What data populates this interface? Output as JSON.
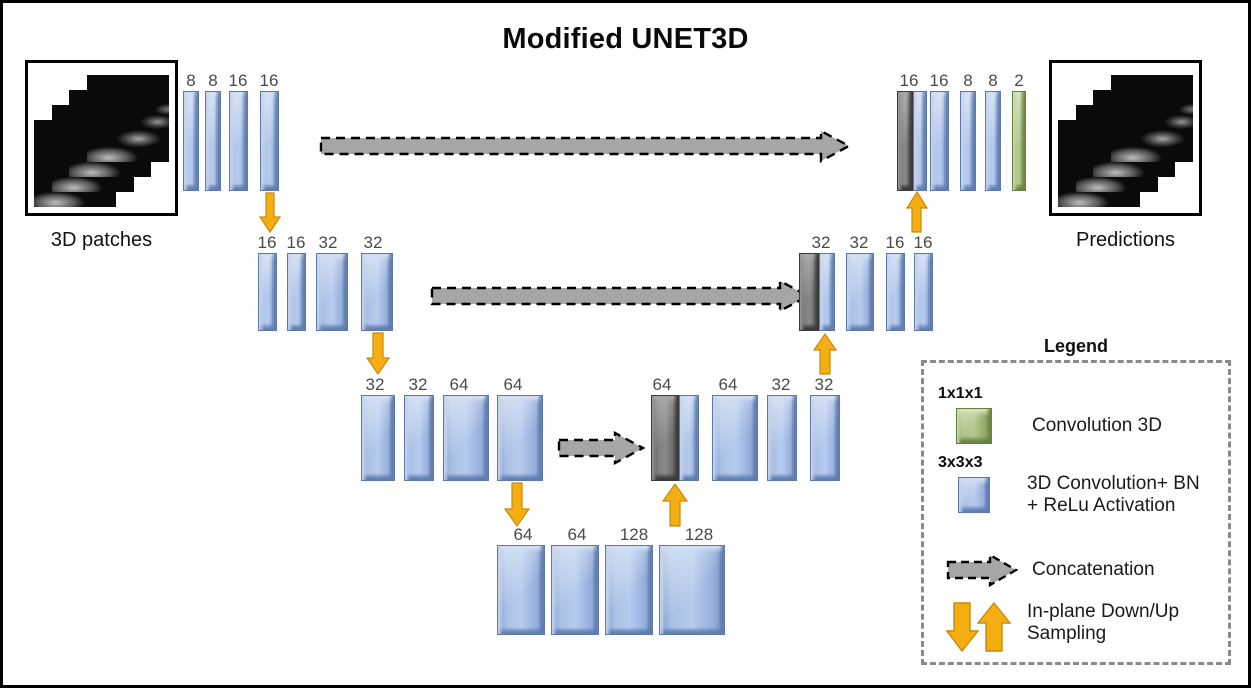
{
  "title": "Modified UNET3D",
  "input_panel": {
    "caption": "3D patches",
    "image": "mri-brain-slice-stack"
  },
  "output_panel": {
    "caption": "Predictions",
    "image": "mri-brain-prediction-stack"
  },
  "encoder_levels": [
    {
      "name": "level-1-encoder",
      "blocks": [
        {
          "label": "8",
          "type": "conv3d-bn-relu"
        },
        {
          "label": "8",
          "type": "conv3d-bn-relu"
        },
        {
          "label": "16",
          "type": "conv3d-bn-relu"
        },
        {
          "label": "16",
          "type": "conv3d-bn-relu"
        }
      ]
    },
    {
      "name": "level-2-encoder",
      "blocks": [
        {
          "label": "16",
          "type": "conv3d-bn-relu"
        },
        {
          "label": "16",
          "type": "conv3d-bn-relu"
        },
        {
          "label": "32",
          "type": "conv3d-bn-relu"
        },
        {
          "label": "32",
          "type": "conv3d-bn-relu"
        }
      ]
    },
    {
      "name": "level-3-encoder",
      "blocks": [
        {
          "label": "32",
          "type": "conv3d-bn-relu"
        },
        {
          "label": "32",
          "type": "conv3d-bn-relu"
        },
        {
          "label": "64",
          "type": "conv3d-bn-relu"
        },
        {
          "label": "64",
          "type": "conv3d-bn-relu"
        }
      ]
    },
    {
      "name": "level-4-bottleneck",
      "blocks": [
        {
          "label": "64",
          "type": "conv3d-bn-relu"
        },
        {
          "label": "64",
          "type": "conv3d-bn-relu"
        },
        {
          "label": "128",
          "type": "conv3d-bn-relu"
        },
        {
          "label": "128",
          "type": "conv3d-bn-relu"
        }
      ]
    }
  ],
  "decoder_levels": [
    {
      "name": "level-3-decoder",
      "blocks": [
        {
          "label": "64",
          "type": "concat-skip"
        },
        {
          "label": "64",
          "type": "conv3d-bn-relu"
        },
        {
          "label": "32",
          "type": "conv3d-bn-relu"
        },
        {
          "label": "32",
          "type": "conv3d-bn-relu"
        }
      ]
    },
    {
      "name": "level-2-decoder",
      "blocks": [
        {
          "label": "32",
          "type": "concat-skip"
        },
        {
          "label": "32",
          "type": "conv3d-bn-relu"
        },
        {
          "label": "16",
          "type": "conv3d-bn-relu"
        },
        {
          "label": "16",
          "type": "conv3d-bn-relu"
        }
      ]
    },
    {
      "name": "level-1-decoder",
      "blocks": [
        {
          "label": "16",
          "type": "concat-skip"
        },
        {
          "label": "16",
          "type": "conv3d-bn-relu"
        },
        {
          "label": "8",
          "type": "conv3d-bn-relu"
        },
        {
          "label": "8",
          "type": "conv3d-bn-relu"
        },
        {
          "label": "2",
          "type": "conv3d-1x1x1"
        }
      ]
    }
  ],
  "connections": {
    "skip_level_1": "concatenation-arrow",
    "skip_level_2": "concatenation-arrow",
    "skip_level_3": "concatenation-arrow",
    "down_1": "downsample-arrow",
    "down_2": "downsample-arrow",
    "down_3": "downsample-arrow",
    "up_1": "upsample-arrow",
    "up_2": "upsample-arrow",
    "up_3": "upsample-arrow"
  },
  "legend": {
    "title": "Legend",
    "items": [
      {
        "kernel": "1x1x1",
        "icon": "green-conv-block-icon",
        "text": "Convolution 3D"
      },
      {
        "kernel": "3x3x3",
        "icon": "blue-conv-block-icon",
        "text": "3D Convolution+ BN\n+ ReLu Activation"
      },
      {
        "kernel": "",
        "icon": "grey-dashed-arrow-icon",
        "text": "Concatenation"
      },
      {
        "kernel": "",
        "icon": "orange-down-up-arrows-icon",
        "text": "In-plane Down/Up\nSampling"
      }
    ]
  },
  "colors": {
    "conv_block_blue": "#a9c0e6",
    "skip_block_grey": "#7c7c7c",
    "output_block_green": "#a9c081",
    "sampling_arrow_orange": "#f5ae12",
    "concat_arrow_grey": "#a6a6a6",
    "label_grey": "#4a4a4a",
    "border_black": "#000000"
  }
}
